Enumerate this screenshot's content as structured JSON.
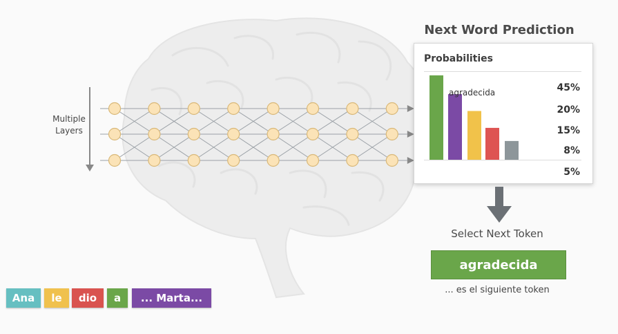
{
  "network": {
    "label_line1": "Multiple",
    "label_line2": "Layers",
    "columns": 8,
    "rows": 3,
    "node_color": "#fbe3b7",
    "node_stroke": "#d9b878"
  },
  "prediction": {
    "title": "Next Word Prediction",
    "panel_title": "Probabilities",
    "top_word": "agradecida",
    "bars": [
      {
        "value": 45,
        "color": "#6aa64a"
      },
      {
        "value": 35,
        "color": "#7b4aa5"
      },
      {
        "value": 26,
        "color": "#f1c24a"
      },
      {
        "value": 17,
        "color": "#de5452"
      },
      {
        "value": 10,
        "color": "#8d969a"
      }
    ],
    "percent_labels": [
      "45%",
      "20%",
      "15%",
      "8%",
      "5%"
    ]
  },
  "selection": {
    "label": "Select Next Token",
    "token": "agradecida",
    "note": "... es el siguiente token"
  },
  "input_tokens": [
    {
      "text": "Ana",
      "color": "#66bfc1"
    },
    {
      "text": "le",
      "color": "#f0c14d"
    },
    {
      "text": "dio",
      "color": "#d9534f"
    },
    {
      "text": "a",
      "color": "#6aa64a"
    },
    {
      "text": "... Marta...",
      "color": "#7b4aa5"
    }
  ]
}
